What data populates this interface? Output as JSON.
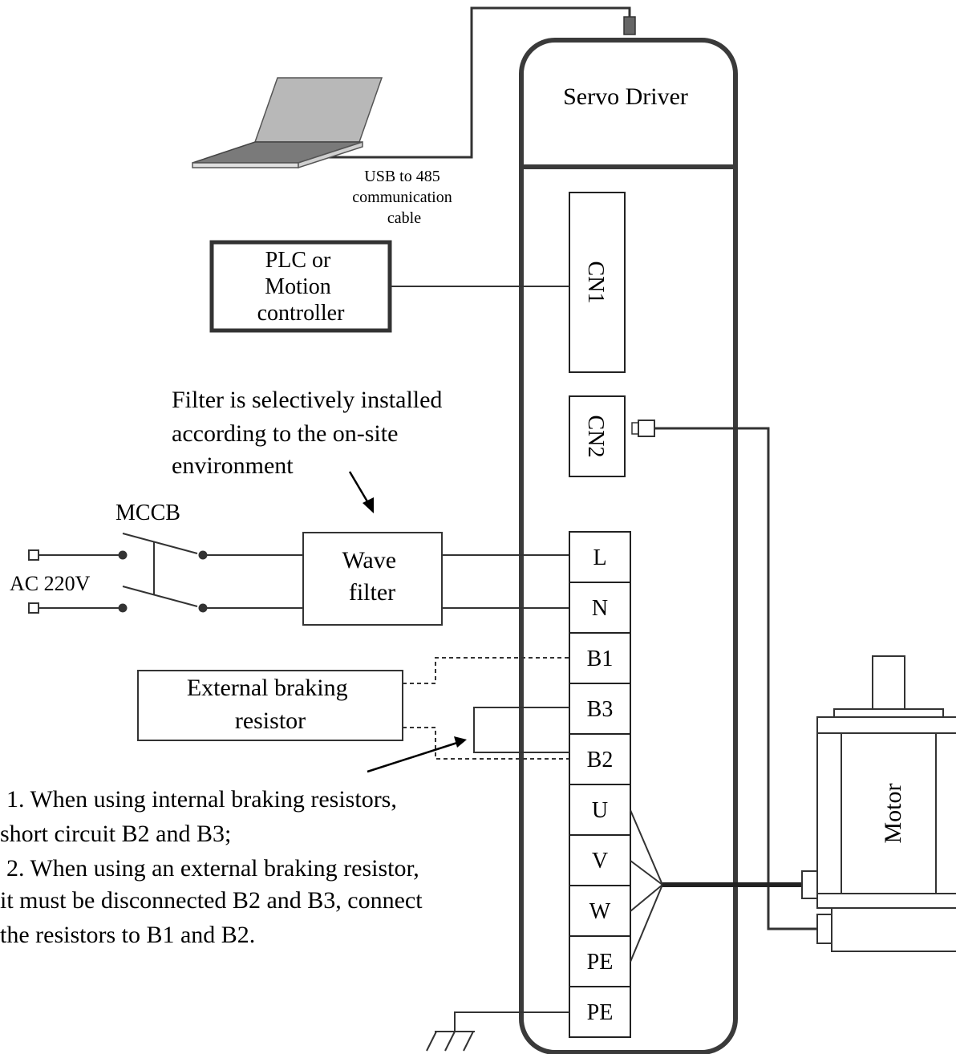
{
  "driver": {
    "title": "Servo Driver",
    "cn1": "CN1",
    "cn2": "CN2",
    "terminals": [
      "L",
      "N",
      "B1",
      "B3",
      "B2",
      "U",
      "V",
      "W",
      "PE",
      "PE"
    ]
  },
  "laptop": {
    "cable_label_lines": [
      "USB to 485",
      "communication",
      "cable"
    ]
  },
  "controller": {
    "label_lines": [
      "PLC or",
      "Motion",
      "controller"
    ]
  },
  "filter_note": {
    "lines": [
      "Filter is selectively installed",
      "according to the on-site",
      "environment"
    ]
  },
  "breaker": {
    "label": "MCCB"
  },
  "power": {
    "label": "AC 220V"
  },
  "wave_filter": {
    "label_lines": [
      "Wave",
      "filter"
    ]
  },
  "brake_resistor": {
    "label_lines": [
      "External braking",
      "resistor"
    ]
  },
  "brake_notes": {
    "lines": [
      "1.  When using internal braking resistors,",
      "short circuit B2 and B3;",
      "2.  When using an external braking resistor,",
      "it must be disconnected B2 and B3, connect",
      "the resistors to B1 and B2."
    ]
  },
  "motor": {
    "label": "Motor"
  }
}
